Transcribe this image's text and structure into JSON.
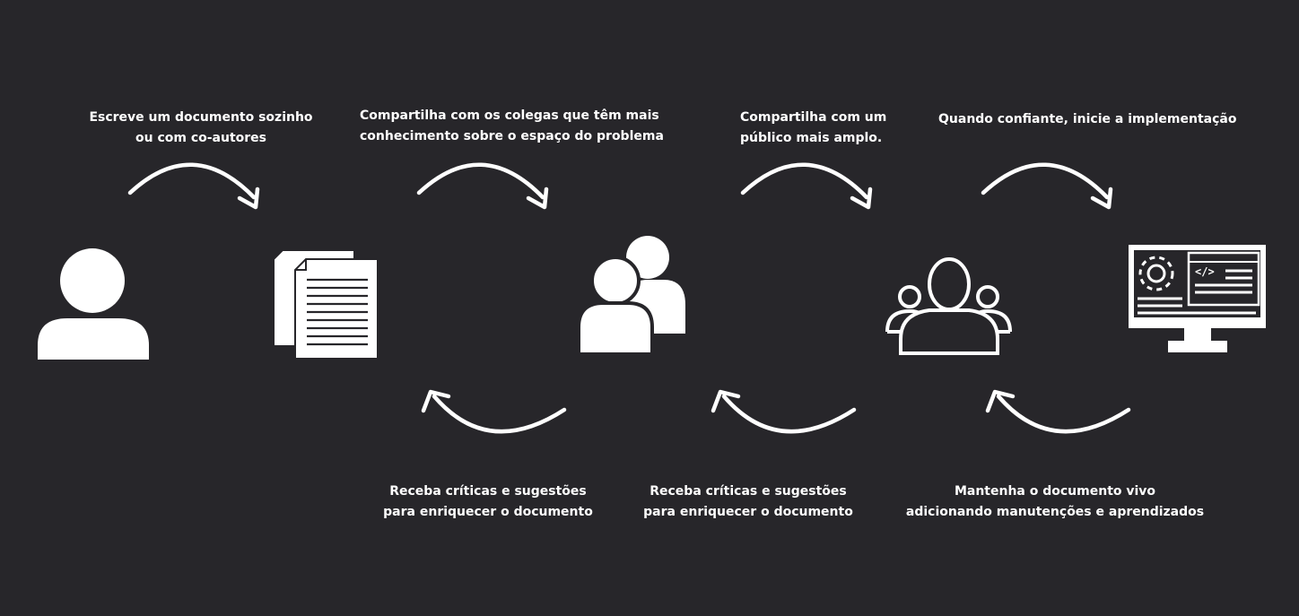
{
  "colors": {
    "background": "#27262a",
    "foreground": "#ffffff",
    "ink": "#27262a"
  },
  "nodes": {
    "author": {
      "icon": "person-icon"
    },
    "document": {
      "icon": "documents-icon"
    },
    "colleagues": {
      "icon": "two-people-icon"
    },
    "audience": {
      "icon": "group-icon"
    },
    "implementation": {
      "icon": "computer-code-gear-icon"
    }
  },
  "steps_top": [
    {
      "lines": [
        "Escreve um documento sozinho",
        "ou com co-autores"
      ]
    },
    {
      "lines": [
        "Compartilha com os colegas que têm mais",
        "conhecimento sobre o espaço do problema"
      ]
    },
    {
      "lines": [
        "Compartilha com  um",
        "público mais amplo."
      ]
    },
    {
      "lines": [
        "Quando confiante, inicie a implementação"
      ]
    }
  ],
  "steps_bottom": [
    {
      "lines": [
        "Receba críticas e sugestões",
        "para enriquecer o documento"
      ]
    },
    {
      "lines": [
        "Receba críticas e sugestões",
        "para enriquecer o documento"
      ]
    },
    {
      "lines": [
        "Mantenha o documento vivo",
        "adicionando manutenções e  aprendizados"
      ]
    }
  ],
  "arrows": {
    "forward_icon": "curved-arrow-right-icon",
    "back_icon": "curved-arrow-left-icon"
  }
}
